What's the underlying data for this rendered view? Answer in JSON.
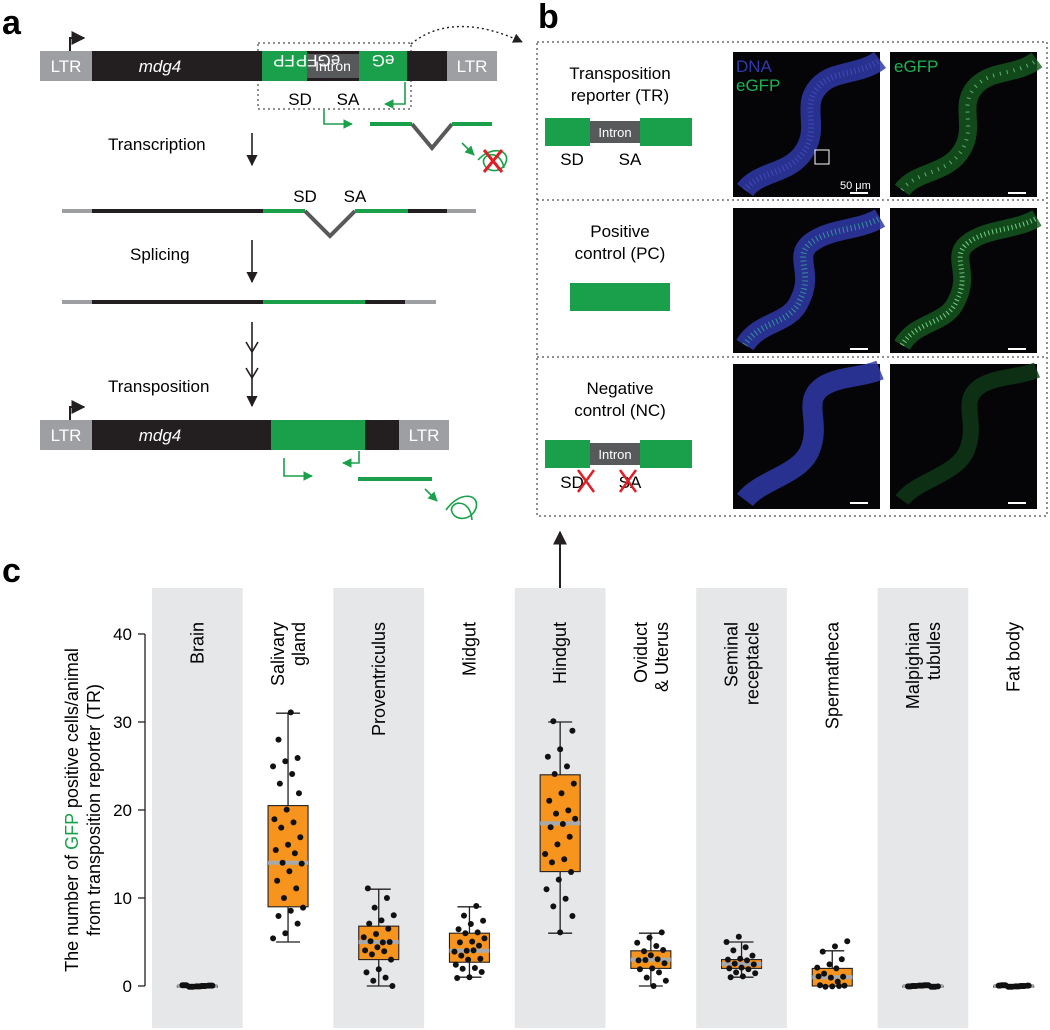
{
  "panels": {
    "a": "a",
    "b": "b",
    "c": "c"
  },
  "panel_a": {
    "ltr": "LTR",
    "mdg4": "mdg4",
    "fp": "FP",
    "intron": "Intron",
    "eg": "eG",
    "sd": "SD",
    "sa": "SA",
    "transcription": "Transcription",
    "splicing": "Splicing",
    "transposition": "Transposition",
    "egfp": "eGFP",
    "colors": {
      "green": "#1aa04a",
      "black": "#231f20",
      "grey": "#9d9fa2",
      "red": "#e01e25",
      "intron": "#58595b"
    }
  },
  "panel_b": {
    "rows": [
      {
        "title1": "Transposition",
        "title2": "reporter (TR)"
      },
      {
        "title1": "Positive",
        "title2": "control (PC)"
      },
      {
        "title1": "Negative",
        "title2": "control (NC)"
      }
    ],
    "channel_dna": "DNA",
    "channel_egfp": "eGFP",
    "scale_bar": "50 μm"
  },
  "chart_data": {
    "type": "box",
    "ylabel_part1": "The number of ",
    "ylabel_gfp": "GFP",
    "ylabel_part2": " positive cells/animal",
    "ylabel_line2": "from transposition reporter (TR)",
    "ylim": [
      0,
      40
    ],
    "yticks": [
      0,
      10,
      20,
      30,
      40
    ],
    "box_color": "#f7941d",
    "median_color": "#a7a9ac",
    "shade_color": "#e6e7e8",
    "categories": [
      {
        "label1": "Brain",
        "label2": "",
        "shaded": true,
        "min": 0,
        "q1": 0,
        "median": 0,
        "q3": 0,
        "max": 0,
        "points": [
          0,
          0,
          0,
          0,
          0,
          0,
          0,
          0,
          0,
          0,
          0,
          0,
          0,
          0,
          0,
          0,
          0,
          0,
          0,
          0
        ]
      },
      {
        "label1": "Salivary",
        "label2": "gland",
        "shaded": false,
        "min": 5,
        "q1": 9,
        "median": 14,
        "q3": 20.5,
        "max": 31,
        "points": [
          31,
          28,
          26,
          25.5,
          25,
          24,
          23,
          22,
          20,
          19,
          18.5,
          18,
          17,
          16,
          15.5,
          15,
          14,
          14,
          13,
          12,
          11,
          10,
          9,
          8.5,
          8,
          7,
          6,
          5.5
        ]
      },
      {
        "label1": "Proventriculus",
        "label2": "",
        "shaded": true,
        "min": 0,
        "q1": 3,
        "median": 5,
        "q3": 6.8,
        "max": 11,
        "points": [
          11,
          10,
          9,
          8,
          7.5,
          7,
          6.5,
          6,
          5.5,
          5,
          5,
          5,
          4.5,
          4,
          4,
          3.5,
          3,
          2,
          1.5,
          1,
          0.5,
          0
        ]
      },
      {
        "label1": "Midgut",
        "label2": "",
        "shaded": false,
        "min": 1,
        "q1": 2.7,
        "median": 4,
        "q3": 6,
        "max": 9,
        "points": [
          9,
          8,
          7.5,
          7,
          6.5,
          6,
          6,
          5.5,
          5,
          5,
          4.5,
          4,
          4,
          4,
          3.5,
          3,
          3,
          2.5,
          2,
          2,
          1.5,
          1,
          1
        ]
      },
      {
        "label1": "Hindgut",
        "label2": "",
        "shaded": true,
        "min": 6,
        "q1": 13,
        "median": 18.5,
        "q3": 24,
        "max": 30,
        "points": [
          30,
          29,
          27,
          26,
          25,
          24,
          23,
          22,
          21,
          20,
          19.5,
          19,
          18.5,
          18,
          17,
          16,
          15,
          14.5,
          14,
          13,
          12,
          11,
          10,
          9,
          8,
          6
        ]
      },
      {
        "label1": "Oviduct",
        "label2": "& Uterus",
        "shaded": false,
        "min": 0,
        "q1": 2,
        "median": 3,
        "q3": 4,
        "max": 6,
        "points": [
          6,
          5.5,
          5,
          4.5,
          4,
          4,
          3.5,
          3,
          3,
          3,
          2.5,
          2,
          2,
          1.5,
          1,
          0.5,
          0
        ]
      },
      {
        "label1": "Seminal",
        "label2": "receptacle",
        "shaded": true,
        "min": 1,
        "q1": 2,
        "median": 2.5,
        "q3": 3,
        "max": 5,
        "points": [
          5.5,
          5,
          4.5,
          4,
          3.5,
          3,
          3,
          3,
          2.5,
          2.5,
          2,
          2,
          2,
          1.5,
          1.5,
          1,
          1
        ]
      },
      {
        "label1": "Spermatheca",
        "label2": "",
        "shaded": false,
        "min": 0,
        "q1": 0,
        "median": 1,
        "q3": 2,
        "max": 4,
        "points": [
          5,
          4.5,
          4,
          3,
          2.5,
          2,
          2,
          1.5,
          1,
          1,
          1,
          0.5,
          0,
          0,
          0,
          0,
          0
        ]
      },
      {
        "label1": "Malpighian",
        "label2": "tubules",
        "shaded": true,
        "min": 0,
        "q1": 0,
        "median": 0,
        "q3": 0,
        "max": 0,
        "points": [
          0,
          0,
          0,
          0,
          0,
          0,
          0,
          0,
          0,
          0,
          0,
          0,
          0,
          0,
          0,
          0,
          0,
          0,
          0,
          0
        ]
      },
      {
        "label1": "Fat body",
        "label2": "",
        "shaded": false,
        "min": 0,
        "q1": 0,
        "median": 0,
        "q3": 0,
        "max": 0,
        "points": [
          0,
          0,
          0,
          0,
          0,
          0,
          0,
          0,
          0,
          0,
          0,
          0,
          0,
          0,
          0,
          0,
          0,
          0,
          0,
          0
        ]
      }
    ]
  }
}
